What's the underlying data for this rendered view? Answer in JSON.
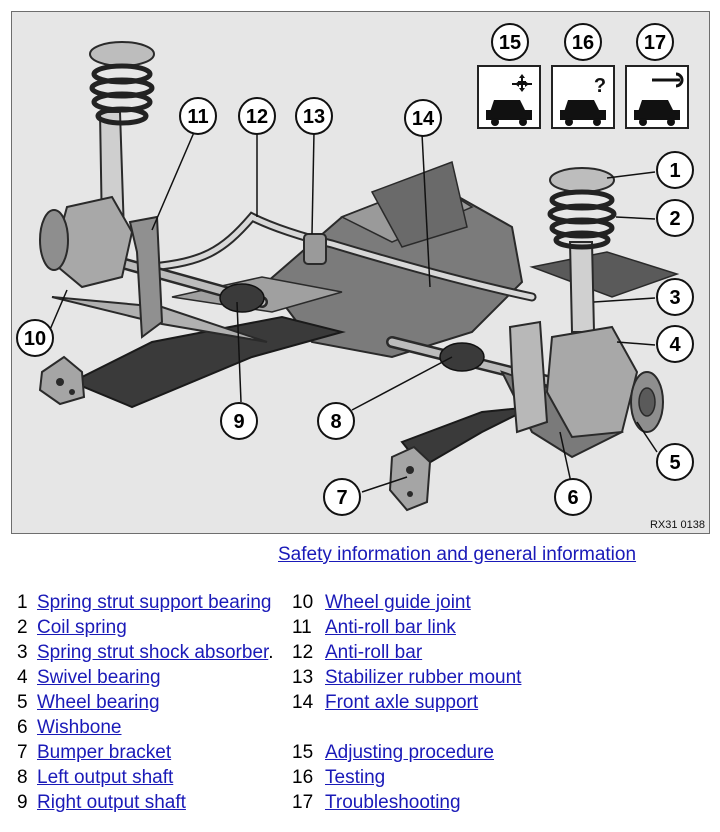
{
  "figure": {
    "reference_code": "RX31 0138",
    "callouts": [
      {
        "id": "c1",
        "number": "1"
      },
      {
        "id": "c2",
        "number": "2"
      },
      {
        "id": "c3",
        "number": "3"
      },
      {
        "id": "c4",
        "number": "4"
      },
      {
        "id": "c5",
        "number": "5"
      },
      {
        "id": "c6",
        "number": "6"
      },
      {
        "id": "c7",
        "number": "7"
      },
      {
        "id": "c8",
        "number": "8"
      },
      {
        "id": "c9",
        "number": "9"
      },
      {
        "id": "c10",
        "number": "10"
      },
      {
        "id": "c11",
        "number": "11"
      },
      {
        "id": "c12",
        "number": "12"
      },
      {
        "id": "c13",
        "number": "13"
      },
      {
        "id": "c14",
        "number": "14"
      },
      {
        "id": "c15",
        "number": "15"
      },
      {
        "id": "c16",
        "number": "16"
      },
      {
        "id": "c17",
        "number": "17"
      }
    ],
    "icon_question_mark": "?",
    "icon_names": [
      "car-adjust-icon",
      "car-test-icon",
      "car-wrench-icon"
    ]
  },
  "safety_link": "Safety information and general information",
  "legend_left": [
    {
      "number": "1",
      "label": "Spring strut support bearing",
      "suffix": ""
    },
    {
      "number": "2",
      "label": "Coil spring",
      "suffix": ""
    },
    {
      "number": "3",
      "label": "Spring strut shock absorber",
      "suffix": "."
    },
    {
      "number": "4",
      "label": "Swivel bearing",
      "suffix": ""
    },
    {
      "number": "5",
      "label": "Wheel bearing",
      "suffix": ""
    },
    {
      "number": "6",
      "label": "Wishbone",
      "suffix": ""
    },
    {
      "number": "7",
      "label": "Bumper bracket",
      "suffix": ""
    },
    {
      "number": "8",
      "label": "Left output shaft",
      "suffix": ""
    },
    {
      "number": "9",
      "label": "Right output shaft",
      "suffix": ""
    }
  ],
  "legend_right_top": [
    {
      "number": "10",
      "label": "Wheel guide joint"
    },
    {
      "number": "11",
      "label": "Anti-roll bar link"
    },
    {
      "number": "12",
      "label": "Anti-roll bar"
    },
    {
      "number": "13",
      "label": "Stabilizer rubber mount"
    },
    {
      "number": "14",
      "label": "Front axle support"
    }
  ],
  "legend_right_bottom": [
    {
      "number": "15",
      "label": "Adjusting procedure"
    },
    {
      "number": "16",
      "label": "Testing"
    },
    {
      "number": "17",
      "label": "Troubleshooting"
    }
  ],
  "colors": {
    "link": "#1a1ab8",
    "figure_bg": "#e6e6e6",
    "part_dark": "#1e1e1e",
    "part_mid": "#8a8a8a",
    "part_light": "#cfcfcf"
  }
}
